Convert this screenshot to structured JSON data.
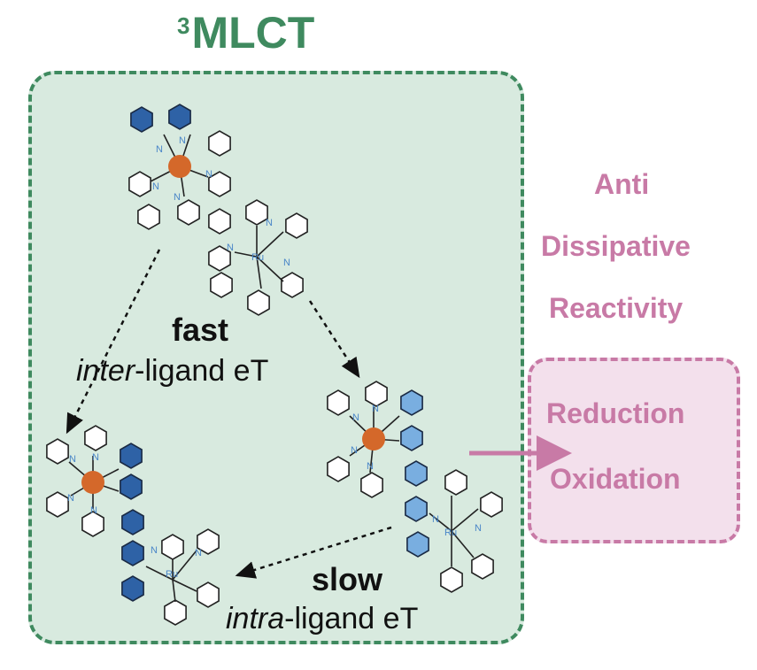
{
  "title": {
    "sup": "3",
    "main": "MLCT"
  },
  "outcomes": {
    "line1": "Anti",
    "line2": "Dissipative",
    "line3": "Reactivity"
  },
  "box_items": {
    "reduction": "Reduction",
    "oxidation": "Oxidation"
  },
  "fast_label": {
    "bold": "fast",
    "italic": "inter",
    "rest": "-ligand eT"
  },
  "slow_label": {
    "bold": "slow",
    "italic": "intra",
    "rest": "-ligand eT"
  },
  "atom_labels": {
    "ru": "Ru",
    "n": "N"
  },
  "colors": {
    "green": "#3f8a5f",
    "green_fill": "#d8eadf",
    "pink": "#c87aa6",
    "pink_fill": "#f3e0ec",
    "metal": "#d4682a",
    "dark_ring": "#2e62a6",
    "light_ring": "#79aee0"
  }
}
